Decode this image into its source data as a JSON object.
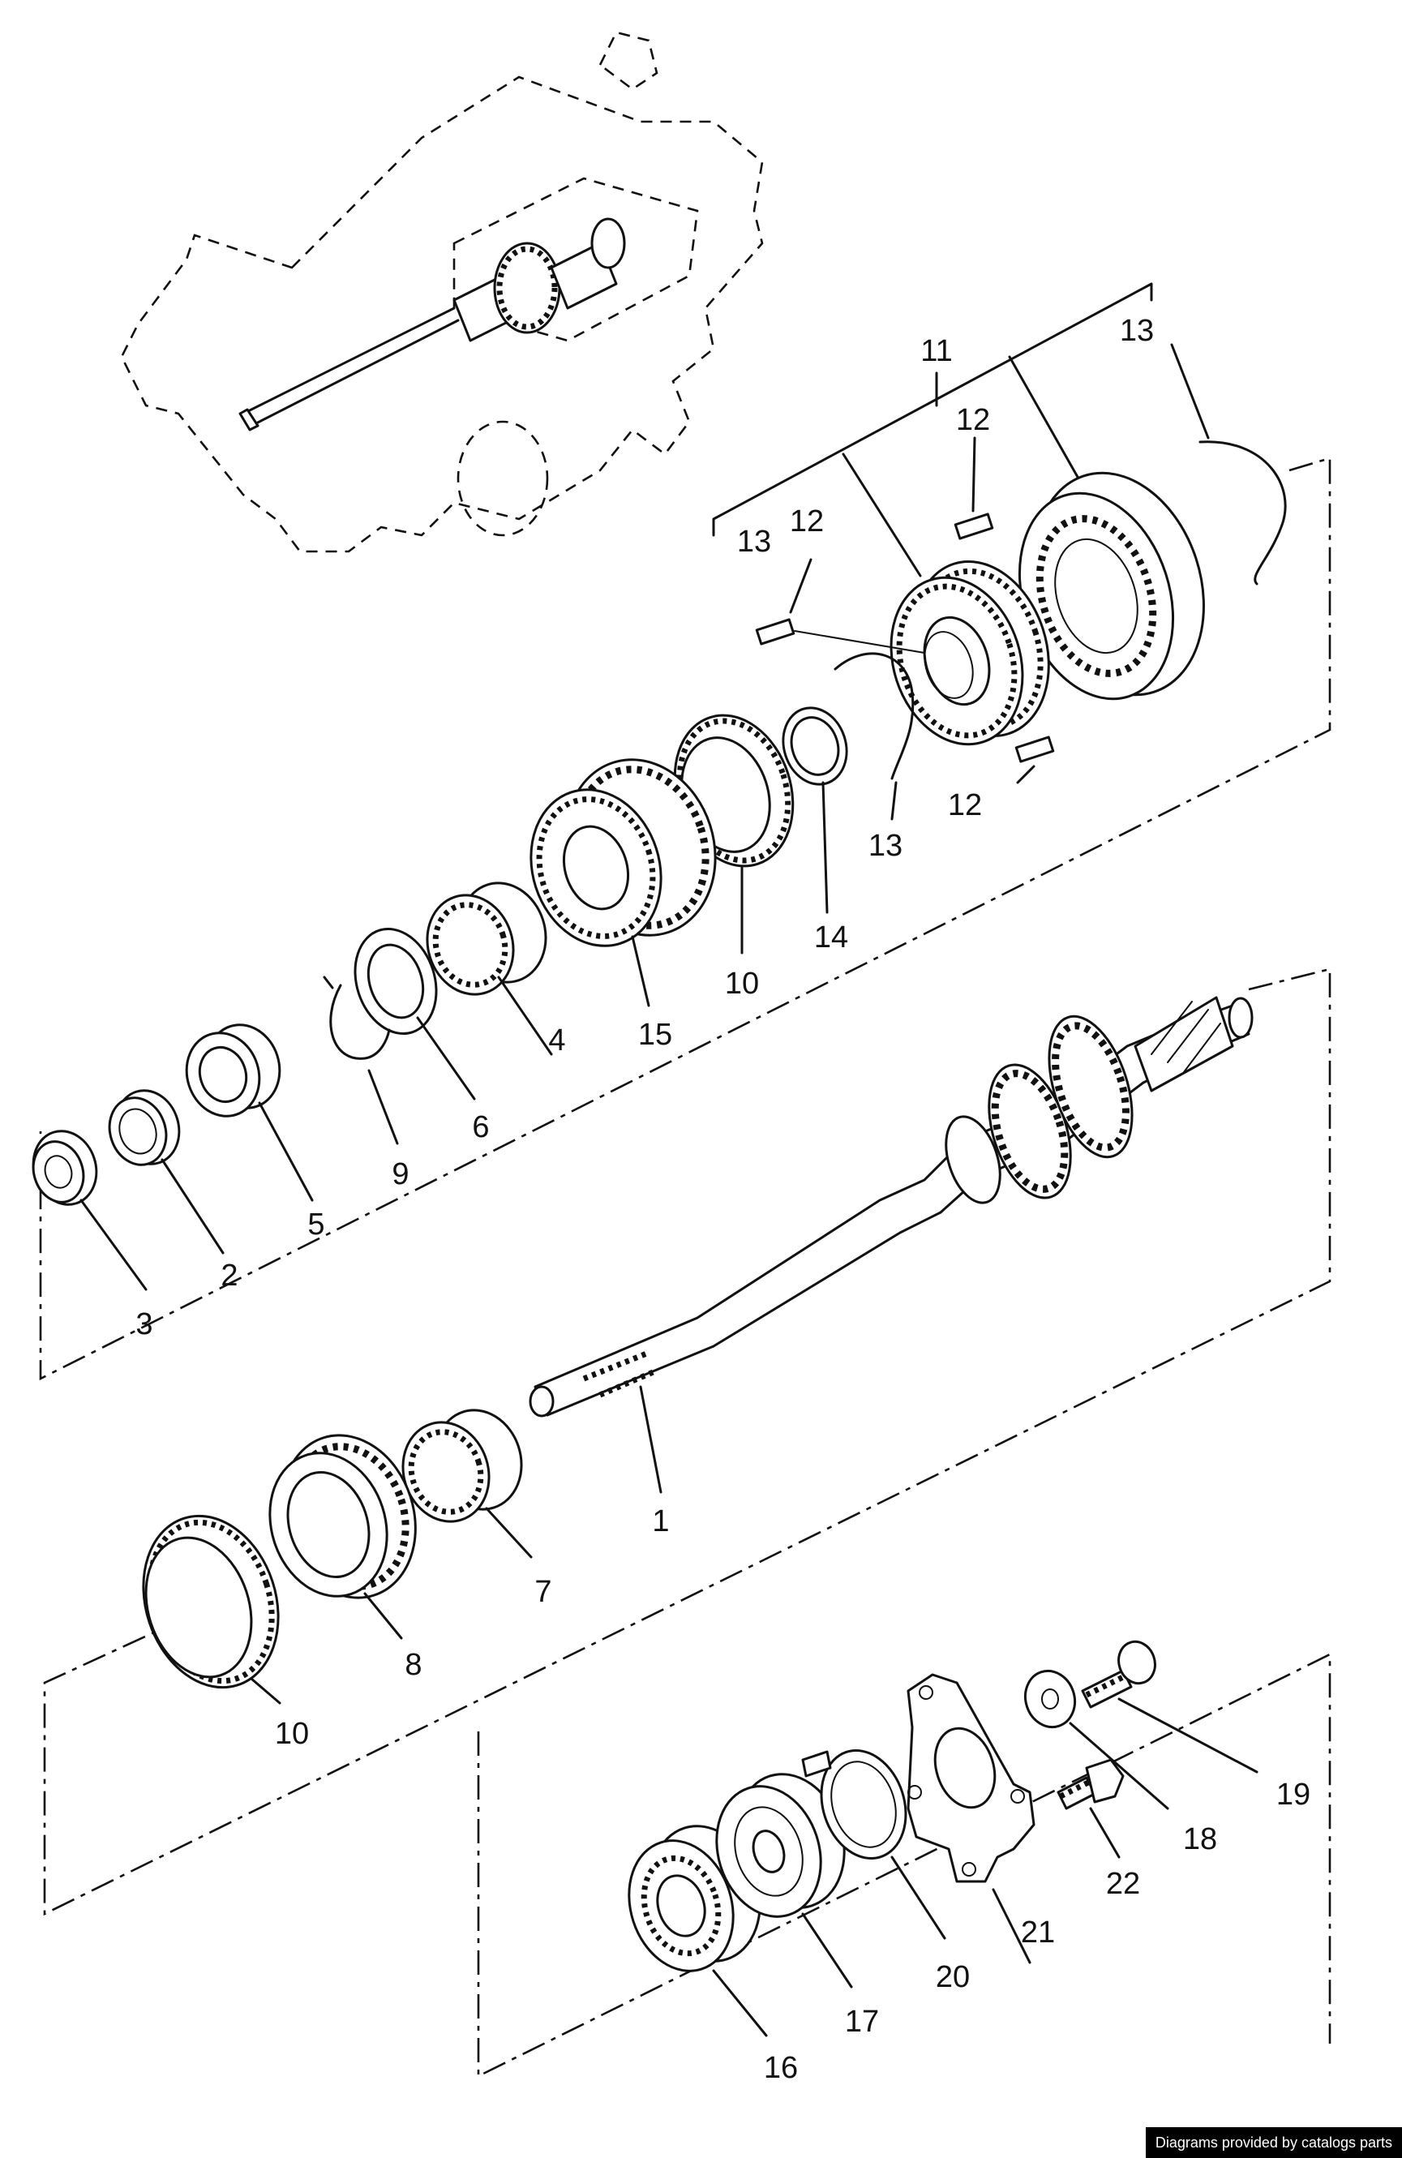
{
  "labels": {
    "l1": "1",
    "l2": "2",
    "l3": "3",
    "l4": "4",
    "l5": "5",
    "l6": "6",
    "l7": "7",
    "l8": "8",
    "l9": "9",
    "l10a": "10",
    "l10b": "10",
    "l11": "11",
    "l12a": "12",
    "l12b": "12",
    "l12c": "12",
    "l13a": "13",
    "l13b": "13",
    "l13c": "13",
    "l14": "14",
    "l15": "15",
    "l16": "16",
    "l17": "17",
    "l18": "18",
    "l19": "19",
    "l20": "20",
    "l21": "21",
    "l22": "22"
  },
  "credit": "Diagrams provided by catalogs parts"
}
